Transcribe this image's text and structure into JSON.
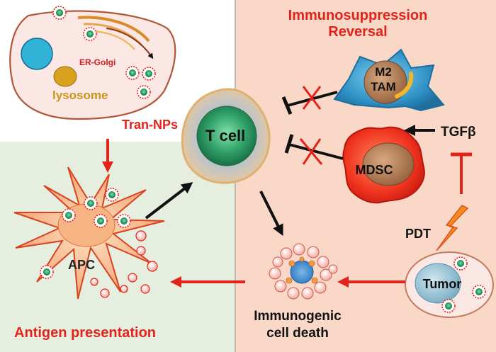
{
  "colors": {
    "panel_top_left": "#ffffff",
    "panel_bottom_left": "#e6efdf",
    "panel_right": "#f9d8c8",
    "divider": "#b9b9b9",
    "arrow_red": "#e2231a",
    "arrow_black": "#111111",
    "title_red": "#e2231a",
    "lysosome_text": "#c8951a"
  },
  "labels": {
    "title_line1": "Immunosuppression",
    "title_line2": "Reversal",
    "er_golgi": "ER-Golgi",
    "lysosome": "lysosome",
    "tran_nps": "Tran-NPs",
    "t_cell": "T cell",
    "m2_line1": "M2",
    "m2_line2": "TAM",
    "mdsc": "MDSC",
    "tgfb": "TGFβ",
    "pdt": "PDT",
    "tumor": "Tumor",
    "apc": "APC",
    "icd_line1": "Immunogenic",
    "icd_line2": "cell death",
    "antigen_presentation": "Antigen presentation"
  },
  "icons": [
    "nanoparticle-icon",
    "lightning-bolt-icon",
    "inhibition-mark-icon",
    "cross-icon"
  ]
}
